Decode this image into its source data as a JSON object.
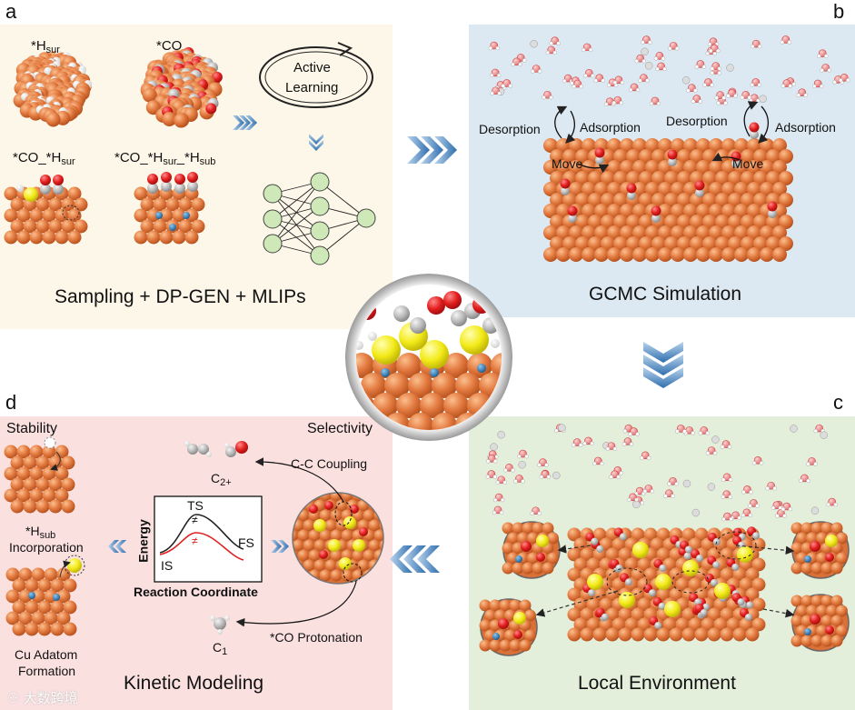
{
  "panel_a": {
    "letter": "a",
    "cluster_h": "*H",
    "cluster_h_sub": "sur",
    "cluster_co": "*CO",
    "slab1_pre": "*CO_*H",
    "slab1_sub": "sur",
    "slab2_pre": "*CO_*H",
    "slab2_sub1": "sur",
    "slab2_mid": "_*H",
    "slab2_sub2": "sub",
    "active_line1": "Active",
    "active_line2": "Learning",
    "caption": "Sampling + DP-GEN + MLIPs"
  },
  "panel_b": {
    "letter": "b",
    "desorption": "Desorption",
    "adsorption": "Adsorption",
    "move": "Move",
    "caption": "GCMC Simulation"
  },
  "panel_c": {
    "letter": "c",
    "caption": "Local Environment"
  },
  "panel_d": {
    "letter": "d",
    "stability": "Stability",
    "selectivity": "Selectivity",
    "hsub_pre": "*H",
    "hsub_sub": "sub",
    "incorporation": "Incorporation",
    "adatom1": "Cu Adatom",
    "adatom2": "Formation",
    "c2_pre": "C",
    "c2_sub": "2+",
    "c1_pre": "C",
    "c1_sub": "1",
    "cc_coupling": "C-C Coupling",
    "co_protonation": "*CO Protonation",
    "ts": "TS",
    "is": "IS",
    "fs": "FS",
    "ts_mark": "≠",
    "energy": "Energy",
    "reaction_coordinate": "Reaction Coordinate",
    "caption": "Kinetic Modeling"
  },
  "watermark": "大数跨境",
  "colors": {
    "panel_a_bg": "#fcf7e8",
    "panel_b_bg": "#dce9f2",
    "panel_c_bg": "#e3eedb",
    "panel_d_bg": "#fbe0e0",
    "copper": "#e07b45",
    "oxygen": "#e02222",
    "carbon": "#bbbbbb",
    "sulfur": "#f2ec1e",
    "hydrogen": "#ffffff",
    "blue_h": "#2a7ab8",
    "arrow_blue": "#3a78b5",
    "nn_node": "#cfe8b8"
  }
}
